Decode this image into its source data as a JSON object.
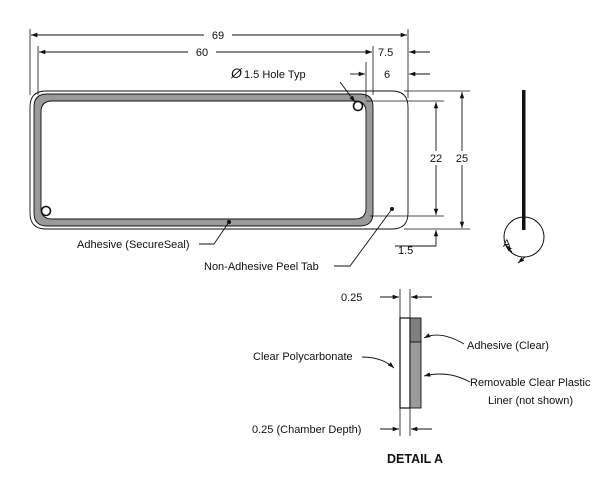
{
  "dimensions": {
    "overall_width": "69",
    "inner_width": "60",
    "tab_width": "7.5",
    "tab_gap": "6",
    "hole_note_symbol": "Ø",
    "hole_note": "1.5 Hole Typ",
    "inner_height": "22",
    "overall_height": "25",
    "edge_offset": "1.5",
    "liner_thickness": "0.25",
    "chamber_depth": "0.25 (Chamber Depth)"
  },
  "callouts": {
    "adhesive_securesal": "Adhesive (SecureSeal)",
    "peel_tab": "Non-Adhesive Peel Tab",
    "clear_polycarbonate": "Clear Polycarbonate",
    "adhesive_clear": "Adhesive (Clear)",
    "liner_line1": "Removable Clear Plastic",
    "liner_line2": "Liner (not shown)"
  },
  "section_marker": "A",
  "detail_title": "DETAIL A",
  "colors": {
    "line": "#111111",
    "adhesive_gray": "#9a9a9a",
    "adhesive_dark": "#7f7f7f",
    "background": "#ffffff"
  }
}
